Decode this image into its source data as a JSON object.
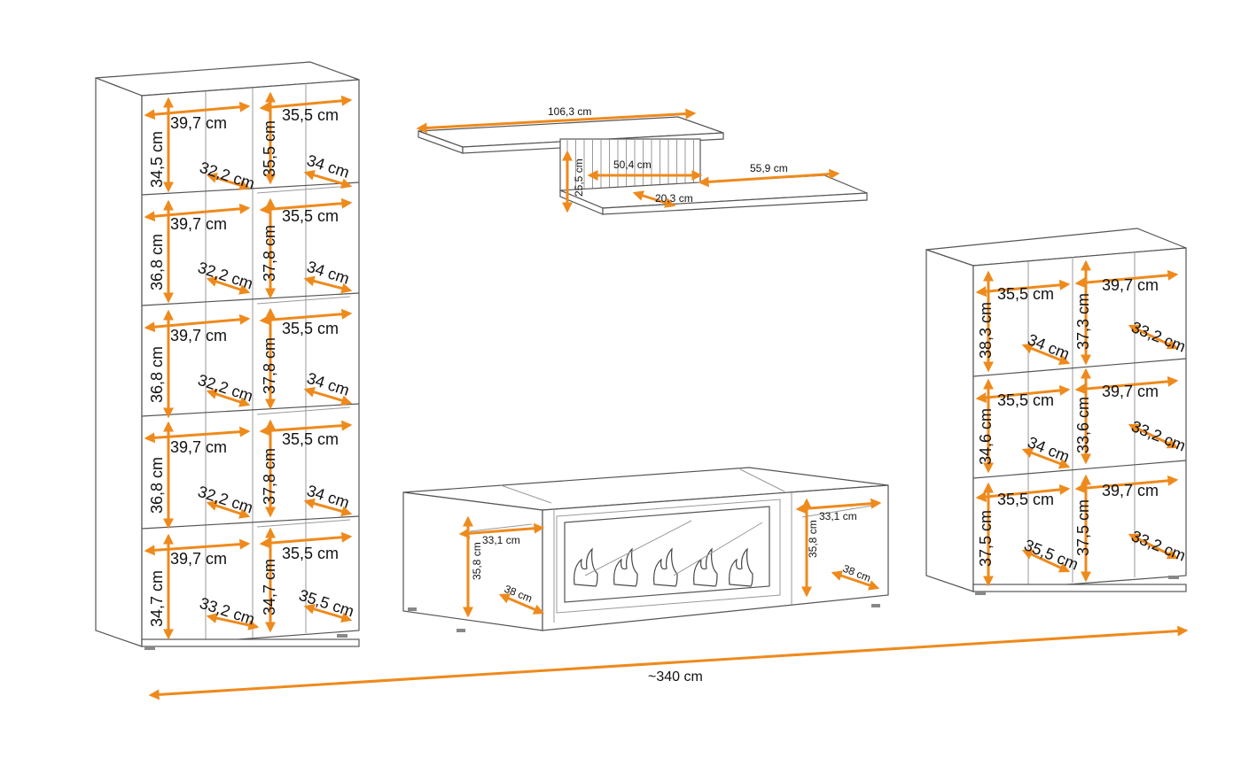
{
  "tall_shelf": {
    "widths": [
      "39,7 cm",
      "39,7 cm",
      "39,7 cm",
      "39,7 cm",
      "39,7 cm"
    ],
    "heights_left": [
      "34,5 cm",
      "36,8 cm",
      "36,8 cm",
      "36,8 cm",
      "34,7 cm"
    ],
    "depths_left": [
      "32,2 cm",
      "32,2 cm",
      "32,2 cm",
      "32,2 cm",
      "33,2 cm"
    ],
    "widths_right": [
      "35,5 cm",
      "35,5 cm",
      "35,5 cm",
      "35,5 cm",
      "35,5 cm"
    ],
    "heights_right": [
      "35,5 cm",
      "37,8 cm",
      "37,8 cm",
      "37,8 cm",
      "34,7 cm"
    ],
    "depths_right": [
      "34 cm",
      "34 cm",
      "34 cm",
      "34 cm",
      "35,5 cm"
    ]
  },
  "wall_shelf": {
    "top_width": "106,3 cm",
    "height": "25,5 cm",
    "panel_width": "50,4 cm",
    "lower_width": "55,9 cm",
    "depth": "20,3 cm"
  },
  "tv_unit": {
    "left_width": "33,1 cm",
    "left_height": "35,8 cm",
    "left_depth": "38 cm",
    "right_width": "33,1 cm",
    "right_height": "35,8 cm",
    "right_depth": "38 cm"
  },
  "small_shelf": {
    "widths_left": [
      "35,5 cm",
      "35,5 cm",
      "35,5 cm"
    ],
    "heights_left": [
      "38,3 cm",
      "34,6 cm",
      "37,5 cm"
    ],
    "depths_left": [
      "34 cm",
      "34 cm",
      "35,5 cm"
    ],
    "widths_right": [
      "39,7 cm",
      "39,7 cm",
      "39,7 cm"
    ],
    "heights_right": [
      "37,3 cm",
      "33,6 cm",
      "37,5 cm"
    ],
    "depths_right": [
      "33,2 cm",
      "33,2 cm",
      "33,2 cm"
    ]
  },
  "total_width": "~340 cm",
  "colors": {
    "accent": "#ee8a1c",
    "outline": "#555555"
  }
}
